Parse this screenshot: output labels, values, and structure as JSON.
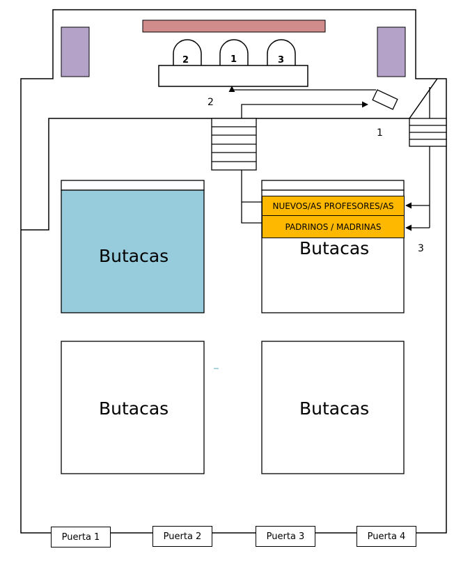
{
  "colors": {
    "screen": "#D08B8B",
    "side_panel": "#B4A2C8",
    "highlight_block": "#96CCDC",
    "tag_fill": "#FFB800",
    "line": "#000000"
  },
  "stage": {
    "arches": [
      {
        "label": "2"
      },
      {
        "label": "1"
      },
      {
        "label": "3"
      }
    ]
  },
  "route_numbers": {
    "left": "2",
    "right": "1",
    "side": "3"
  },
  "seating": {
    "top_left": "Butacas",
    "top_right": "Butacas",
    "bottom_left": "Butacas",
    "bottom_right": "Butacas"
  },
  "reserved_rows": {
    "row_1": "NUEVOS/AS PROFESORES/AS",
    "row_2": "PADRINOS / MADRINAS"
  },
  "doors": [
    "Puerta 1",
    "Puerta 2",
    "Puerta 3",
    "Puerta 4"
  ]
}
